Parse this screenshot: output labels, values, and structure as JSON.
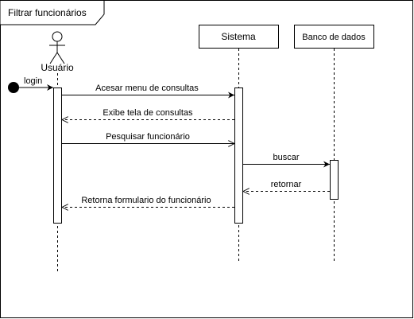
{
  "frame": {
    "title": "Filtrar funcionários"
  },
  "participants": {
    "actor": {
      "label": "Usuário"
    },
    "sistema": {
      "label": "Sistema"
    },
    "banco": {
      "label": "Banco de dados"
    }
  },
  "messages": {
    "login": "login",
    "acessar_menu": "Acesar menu de consultas",
    "exibe_tela": "Exibe tela de consultas",
    "pesquisar": "Pesquisar funcionário",
    "buscar": "buscar",
    "retornar": "retornar",
    "retorna_formulario": "Retorna formulario do funcionário"
  },
  "colors": {
    "line": "#000000",
    "background": "#ffffff"
  }
}
